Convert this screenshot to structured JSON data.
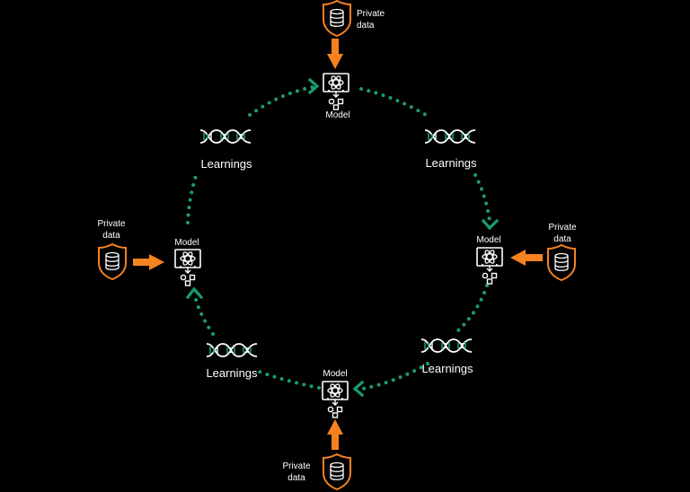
{
  "colors": {
    "background": "#000000",
    "connector": "#1a9c6e",
    "arrow": "#f58220",
    "shield": "#f58220",
    "icon": "#ffffff",
    "dna_accent": "#1a9c6e"
  },
  "icons": {
    "model": "model-network-icon",
    "data": "database-shield-icon",
    "learnings": "dna-helix-icon"
  },
  "nodes": {
    "top": {
      "model_label": "Model",
      "data_label_1": "Private",
      "data_label_2": "data"
    },
    "right": {
      "model_label": "Model",
      "data_label_1": "Private",
      "data_label_2": "data"
    },
    "bottom": {
      "model_label": "Model",
      "data_label_1": "Private",
      "data_label_2": "data"
    },
    "left": {
      "model_label": "Model",
      "data_label_1": "Private",
      "data_label_2": "data"
    }
  },
  "learnings": {
    "top_right": "Learnings",
    "bottom_right": "Learnings",
    "bottom_left": "Learnings",
    "top_left": "Learnings"
  }
}
